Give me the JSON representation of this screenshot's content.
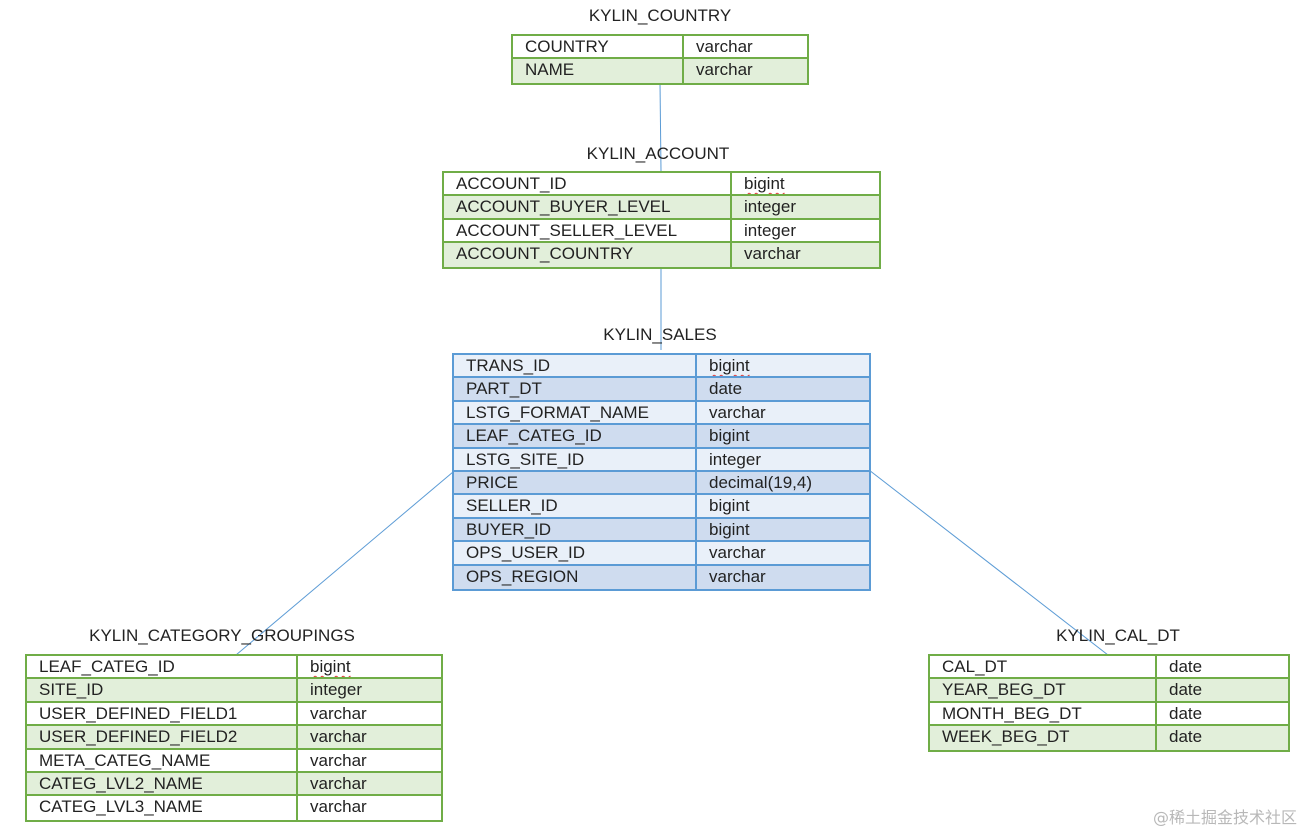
{
  "tables": {
    "country": {
      "name": "KYLIN_COUNTRY",
      "columns": [
        {
          "field": "COUNTRY",
          "type": "varchar"
        },
        {
          "field": "NAME",
          "type": "varchar"
        }
      ]
    },
    "account": {
      "name": "KYLIN_ACCOUNT",
      "columns": [
        {
          "field": "ACCOUNT_ID",
          "type": "bigint"
        },
        {
          "field": "ACCOUNT_BUYER_LEVEL",
          "type": "integer"
        },
        {
          "field": "ACCOUNT_SELLER_LEVEL",
          "type": "integer"
        },
        {
          "field": "ACCOUNT_COUNTRY",
          "type": "varchar"
        }
      ]
    },
    "sales": {
      "name": "KYLIN_SALES",
      "columns": [
        {
          "field": "TRANS_ID",
          "type": "bigint"
        },
        {
          "field": "PART_DT",
          "type": "date"
        },
        {
          "field": "LSTG_FORMAT_NAME",
          "type": "varchar"
        },
        {
          "field": "LEAF_CATEG_ID",
          "type": "bigint"
        },
        {
          "field": "LSTG_SITE_ID",
          "type": "integer"
        },
        {
          "field": "PRICE",
          "type": "decimal(19,4)"
        },
        {
          "field": "SELLER_ID",
          "type": "bigint"
        },
        {
          "field": "BUYER_ID",
          "type": "bigint"
        },
        {
          "field": "OPS_USER_ID",
          "type": "varchar"
        },
        {
          "field": "OPS_REGION",
          "type": "varchar"
        }
      ]
    },
    "category": {
      "name": "KYLIN_CATEGORY_GROUPINGS",
      "columns": [
        {
          "field": "LEAF_CATEG_ID",
          "type": "bigint"
        },
        {
          "field": "SITE_ID",
          "type": "integer"
        },
        {
          "field": "USER_DEFINED_FIELD1",
          "type": "varchar"
        },
        {
          "field": "USER_DEFINED_FIELD2",
          "type": "varchar"
        },
        {
          "field": "META_CATEG_NAME",
          "type": "varchar"
        },
        {
          "field": "CATEG_LVL2_NAME",
          "type": "varchar"
        },
        {
          "field": "CATEG_LVL3_NAME",
          "type": "varchar"
        }
      ]
    },
    "caldt": {
      "name": "KYLIN_CAL_DT",
      "columns": [
        {
          "field": "CAL_DT",
          "type": "date"
        },
        {
          "field": "YEAR_BEG_DT",
          "type": "date"
        },
        {
          "field": "MONTH_BEG_DT",
          "type": "date"
        },
        {
          "field": "WEEK_BEG_DT",
          "type": "date"
        }
      ]
    }
  },
  "watermark": "@稀土掘金技术社区",
  "colors": {
    "green": "#70ad47",
    "blue": "#5b9bd5",
    "connector": "#5b9bd5"
  }
}
